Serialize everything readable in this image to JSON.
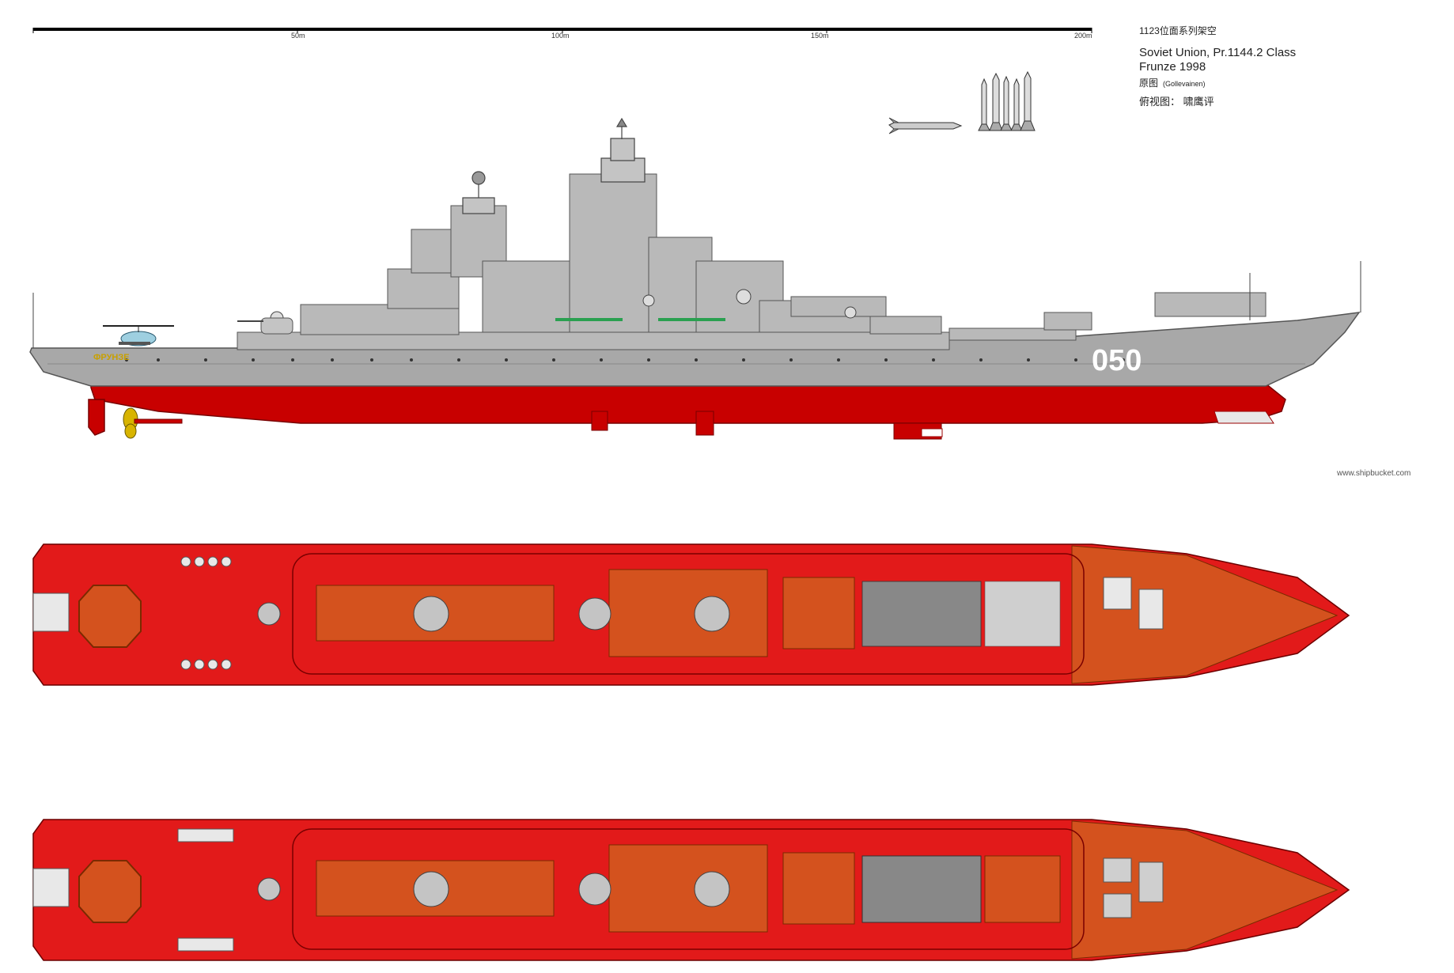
{
  "scale": {
    "labels": [
      "50m",
      "100m",
      "150m",
      "200m"
    ]
  },
  "title": {
    "series": "1123位面系列架空",
    "country_class": "Soviet Union, Pr.1144.2 Class",
    "ship_year": "Frunze 1998",
    "original_label": "原图",
    "original_author": "(Gollevainen)",
    "topview_label": "俯视图：  啸鹰评"
  },
  "hull": {
    "pennant_number": "050",
    "ship_name": "ФРУНЗЕ"
  },
  "watermark": "www.shipbucket.com",
  "colors": {
    "hull_red": "#c80000",
    "deck_red": "#e21a1a",
    "superstructure_grey": "#b9b9b9",
    "upper_hull_grey": "#a8a8a8",
    "deck_orange": "#d4521e",
    "propeller_gold": "#d8b400"
  },
  "icons": [
    "missile-icon",
    "helicopter-icon",
    "propeller-icon",
    "mast-icon",
    "radar-icon"
  ]
}
